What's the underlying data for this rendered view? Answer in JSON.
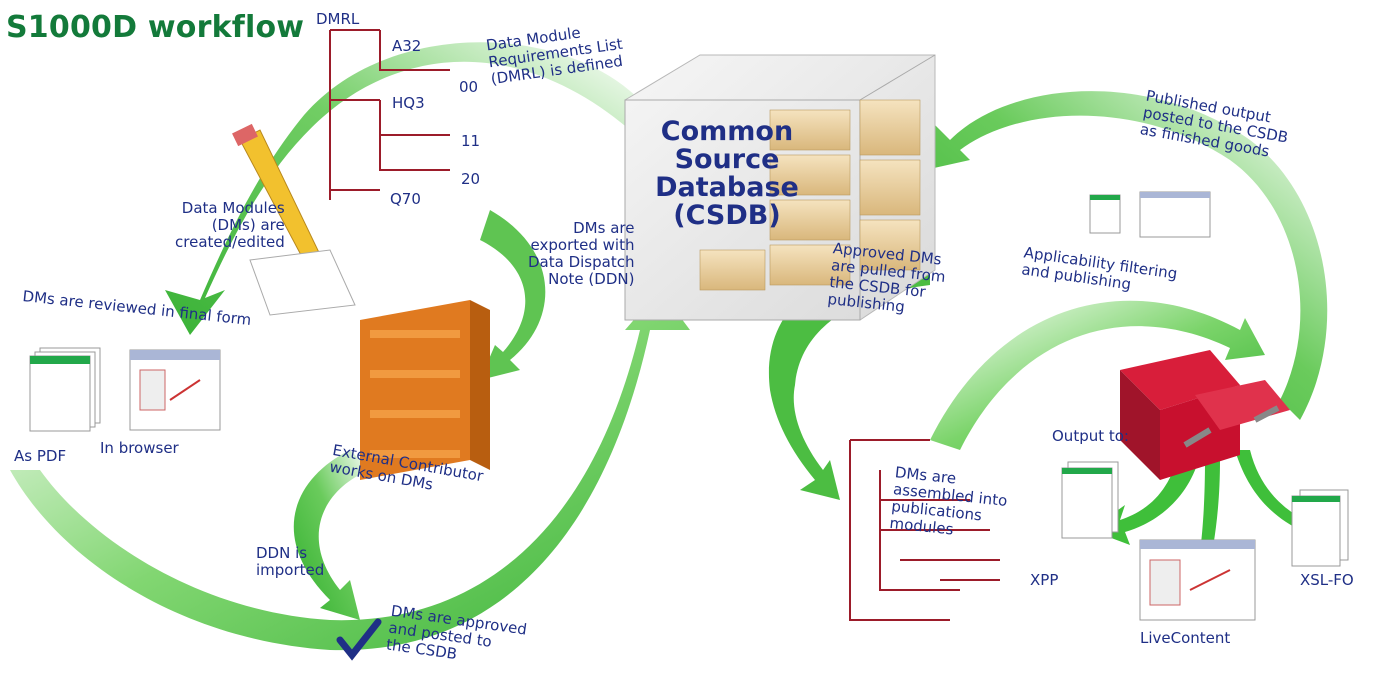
{
  "title": "S1000D workflow",
  "csdb": {
    "label": "Common\nSource\nDatabase\n(CSDB)"
  },
  "dmrl": {
    "root": "DMRL",
    "nodes": [
      "A32",
      "00",
      "HQ3",
      "11",
      "20",
      "Q70"
    ]
  },
  "steps": {
    "dmrl_defined": "Data Module\nRequirements List\n(DMRL) is defined",
    "dms_created": "Data Modules\n(DMs) are\ncreated/edited",
    "dms_exported": "DMs are\nexported with\nData Dispatch\nNote (DDN)",
    "dms_reviewed": "DMs are reviewed in final form",
    "as_pdf": "As PDF",
    "in_browser": "In browser",
    "external_contributor": "External Contributor\nworks on DMs",
    "ddn_imported": "DDN is\nimported",
    "dms_approved": "DMs are approved\nand posted to\nthe CSDB",
    "approved_pulled": "Approved DMs\nare pulled from\nthe CSDB for\npublishing",
    "published_output": "Published output\nposted to the CSDB\nas finished goods",
    "applicability": "Applicability filtering\nand publishing",
    "assembled": "DMs are\nassembled into\npublications\nmodules",
    "output_to": "Output to:",
    "xpp": "XPP",
    "livecontent": "LiveContent",
    "xslfo": "XSL-FO"
  },
  "colors": {
    "title": "#137a3a",
    "label": "#1f2f86",
    "arrow_green": "#3fbf3a",
    "tree_red": "#9c1c2a",
    "shelf_orange": "#e07a20",
    "machine_red": "#c8102e",
    "check_blue": "#1f2f86"
  },
  "icons": [
    "pencil-icon",
    "shelf-icon",
    "document-stack-icon",
    "browser-window-icon",
    "red-publishing-machine-icon",
    "check-icon"
  ]
}
